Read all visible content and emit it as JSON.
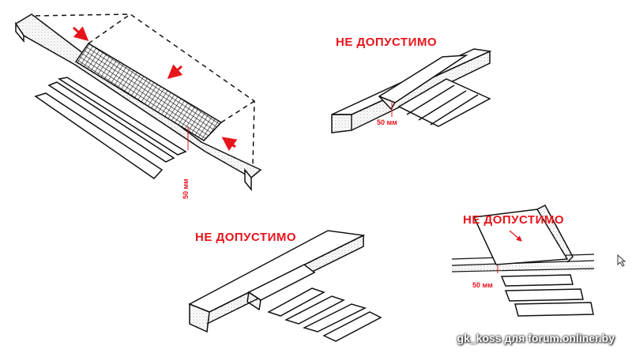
{
  "labels": {
    "not_allowed_1": "НЕ ДОПУСТИМО",
    "not_allowed_2": "НЕ ДОПУСТИМО",
    "not_allowed_3": "НЕ ДОПУСТИМО",
    "height_1": "50 мм",
    "height_2": "50 мм",
    "height_3": "50 мм"
  },
  "watermark": "gk_koss для forum.onliner.by",
  "colors": {
    "accent": "#e8141b",
    "line": "#111111"
  }
}
